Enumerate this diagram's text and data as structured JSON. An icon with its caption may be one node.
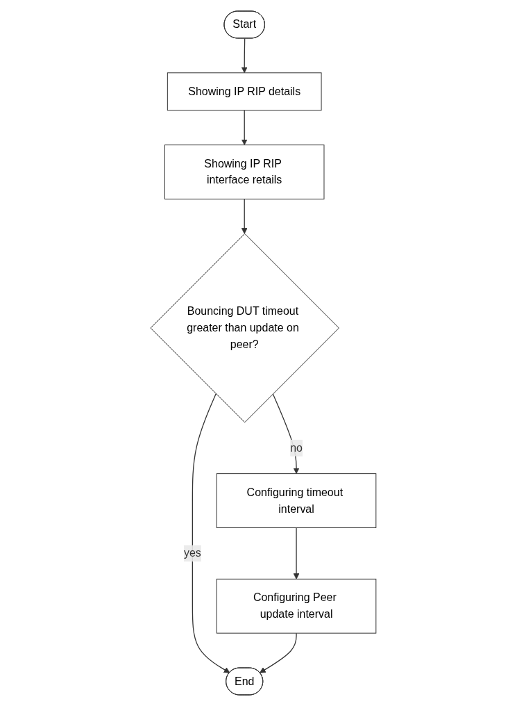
{
  "diagram": {
    "nodes": [
      {
        "text": [
          "Start"
        ]
      },
      {
        "text": [
          "Showing IP RIP details"
        ]
      },
      {
        "text": [
          "Showing IP RIP interface retails"
        ]
      },
      {
        "text": [
          "Bouncing DUT timeout greater than update on peer?"
        ]
      },
      {
        "text": [
          "Configuring timeout interval"
        ]
      },
      {
        "text": [
          "Configuring Peer update interval"
        ]
      },
      {
        "text": [
          "End"
        ]
      }
    ],
    "edges": [
      {
        "from": 0,
        "to": 1,
        "arrow": "to"
      },
      {
        "from": 1,
        "to": 2,
        "arrow": "to"
      },
      {
        "from": 2,
        "to": 3,
        "arrow": "to"
      },
      {
        "from": 3,
        "to": 4,
        "label": "no",
        "arrow": "to"
      },
      {
        "from": 4,
        "to": 5,
        "arrow": "to"
      },
      {
        "from": 3,
        "to": 6,
        "label": "yes",
        "arrow": "to"
      },
      {
        "from": 5,
        "to": 6,
        "arrow": "to"
      }
    ]
  }
}
